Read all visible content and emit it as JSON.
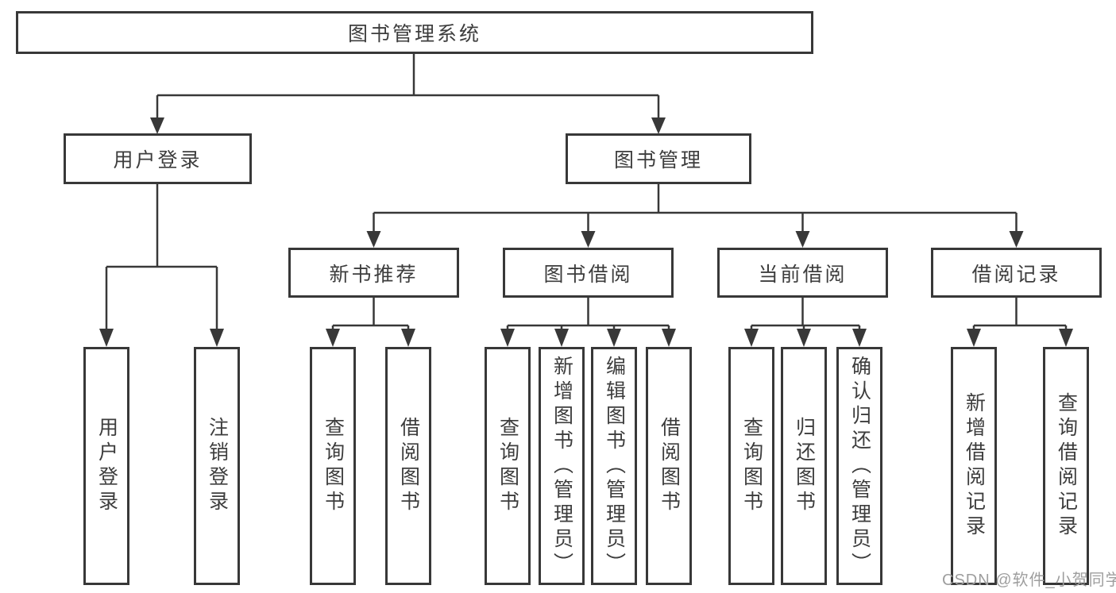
{
  "colors": {
    "line": "#383838",
    "box_border": "#383838",
    "text": "#3d3d3d",
    "background": "#ffffff",
    "watermark": "#9e9e9e"
  },
  "nodes": {
    "root": "图书管理系统",
    "level2": {
      "user_login": "用户登录",
      "book_management": "图书管理"
    },
    "level3": {
      "new_book_recommend": "新书推荐",
      "book_borrow": "图书借阅",
      "current_borrow": "当前借阅",
      "borrow_records": "借阅记录"
    },
    "leaves": {
      "user_login": [
        "用户登录",
        "注销登录"
      ],
      "new_book_recommend": [
        "查询图书",
        "借阅图书"
      ],
      "book_borrow": [
        "查询图书",
        "新增图书（管理员）",
        "编辑图书（管理员）",
        "借阅图书"
      ],
      "current_borrow": [
        "查询图书",
        "归还图书",
        "确认归还（管理员）"
      ],
      "borrow_records": [
        "新增借阅记录",
        "查询借阅记录"
      ]
    }
  },
  "watermark": "CSDN @软件_小贺同学"
}
